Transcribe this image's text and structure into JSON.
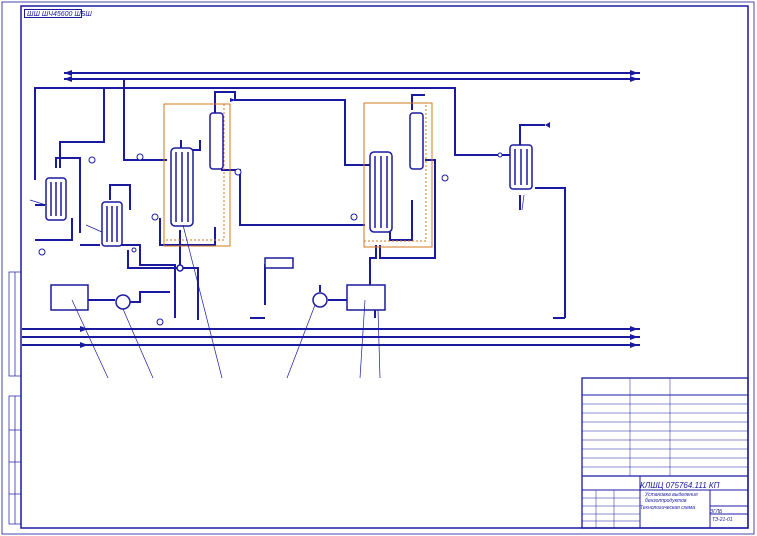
{
  "drawing": {
    "corner_stamp": "ШШ ШЧ45600 ШБШ",
    "title_block": {
      "document_code": "КЛШЦ 075764.111 КП",
      "name_line1": "Установка выделения",
      "name_line2": "бензолпродуктов",
      "name_line3": "Технологическая схема",
      "sheet_code1": "ЗГЛБ",
      "sheet_code2": "ТЗ-21-01"
    },
    "colors": {
      "line": "#1a1aa0",
      "frame": "#1a1aa0",
      "casing": "#d07a1e"
    }
  }
}
